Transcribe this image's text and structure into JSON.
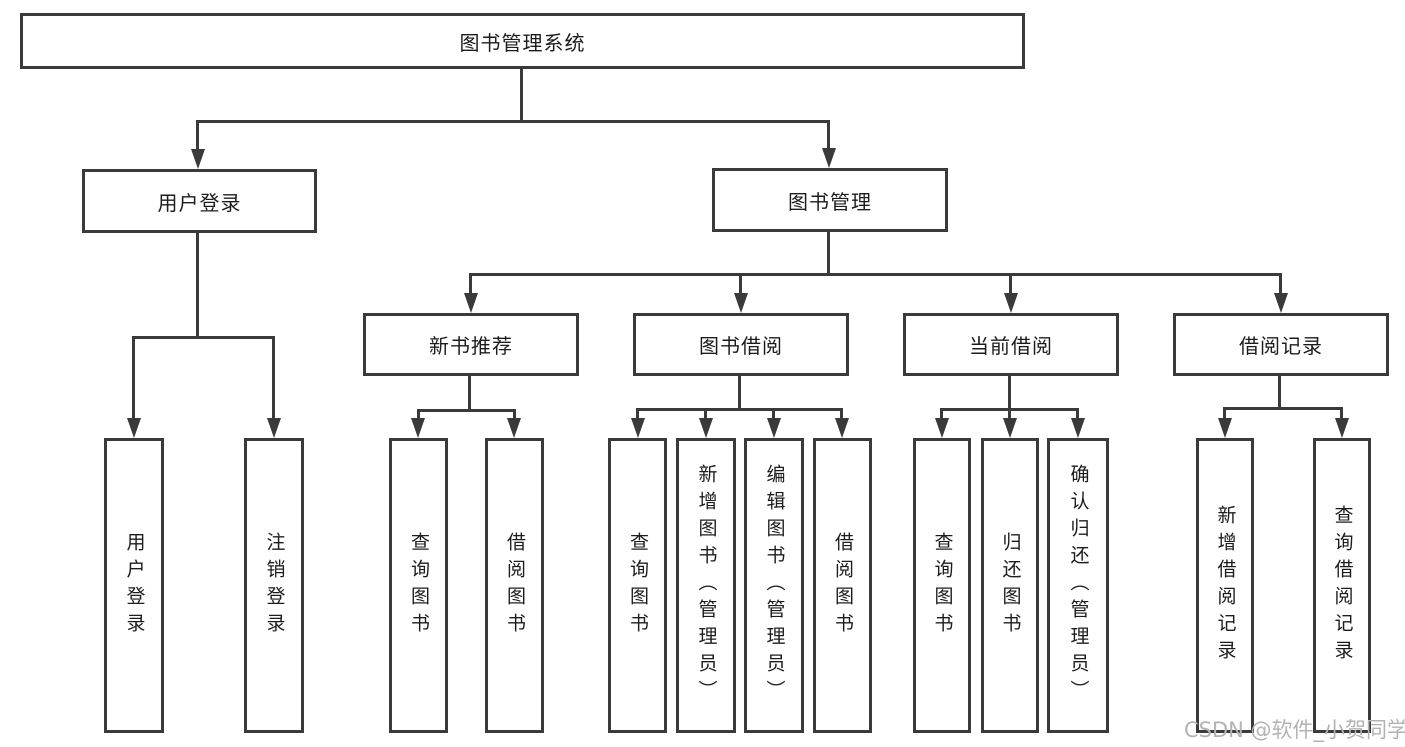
{
  "nodes": {
    "root": "图书管理系统",
    "user_login": "用户登录",
    "book_mgmt": "图书管理",
    "new_book_rec": "新书推荐",
    "book_borrow": "图书借阅",
    "current_borrow": "当前借阅",
    "borrow_records": "借阅记录",
    "leaf_user_login": "用户登录",
    "leaf_logout": "注销登录",
    "leaf_nbr_query": "查询图书",
    "leaf_nbr_borrow": "借阅图书",
    "leaf_bb_query": "查询图书",
    "leaf_bb_add": "新增图书（管理员）",
    "leaf_bb_edit": "编辑图书（管理员）",
    "leaf_bb_borrow": "借阅图书",
    "leaf_cb_query": "查询图书",
    "leaf_cb_return": "归还图书",
    "leaf_cb_confirm": "确认归还（管理员）",
    "leaf_br_add": "新增借阅记录",
    "leaf_br_query": "查询借阅记录"
  },
  "watermark": {
    "text": "CSDN @软件_小贺同学"
  },
  "colors": {
    "line": "#3a3a3a",
    "text": "#1c1c1c",
    "watermark": "#b3b3b3",
    "background": "#ffffff"
  }
}
